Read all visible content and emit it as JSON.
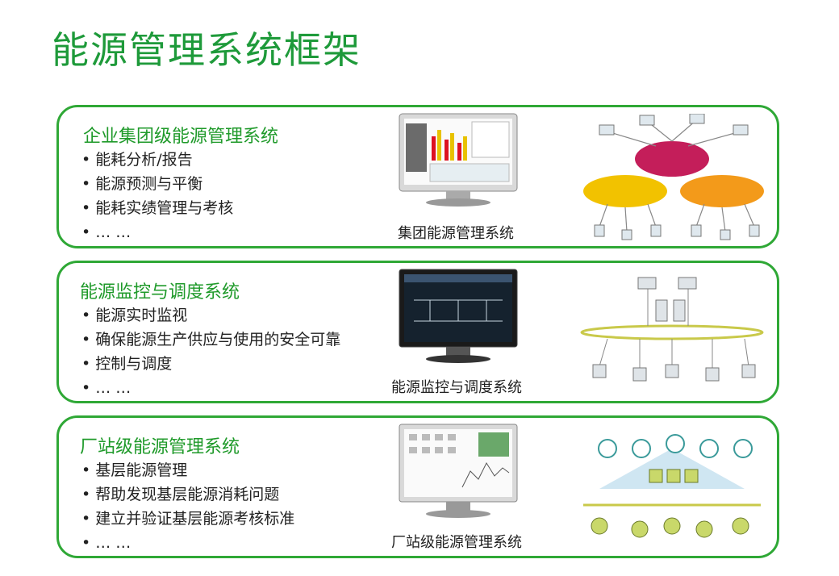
{
  "page": {
    "title": "能源管理系统框架"
  },
  "panels": [
    {
      "title": "企业集团级能源管理系统",
      "bullets": [
        "• 能耗分析/报告",
        "• 能源预测与平衡",
        "• 能耗实绩管理与考核",
        "• … …"
      ],
      "caption": "集团能源管理系统"
    },
    {
      "title": "能源监控与调度系统",
      "bullets": [
        "• 能源实时监视",
        "• 确保能源生产供应与使用的安全可靠",
        "• 控制与调度",
        "• … …"
      ],
      "caption": "能源监控与调度系统"
    },
    {
      "title": "厂站级能源管理系统",
      "bullets": [
        "• 基层能源管理",
        "• 帮助发现基层能源消耗问题",
        "• 建立并验证基层能源考核标准",
        "• … …"
      ],
      "caption": "厂站级能源管理系统"
    }
  ],
  "colors": {
    "accent": "#2fa836",
    "title": "#1e9a3a"
  }
}
